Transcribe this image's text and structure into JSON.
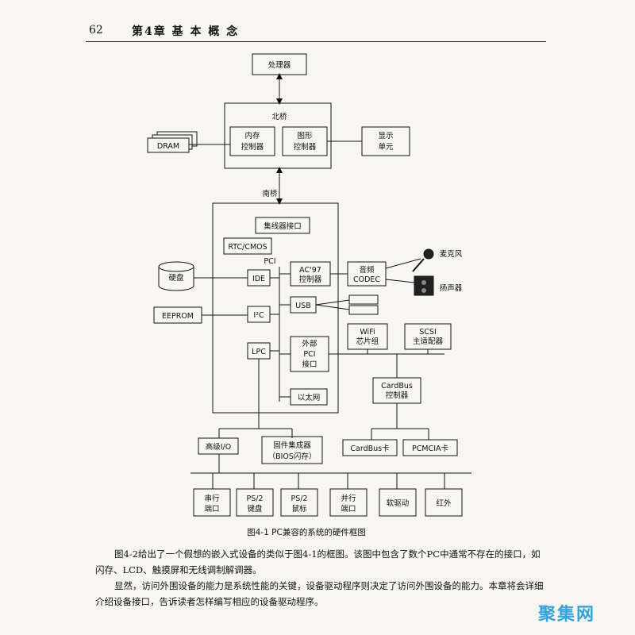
{
  "header": {
    "page_number": "62",
    "chapter": "第4章  基 本 概 念"
  },
  "diagram": {
    "caption": "图4-1  PC兼容的系统的硬件框图",
    "processor": "处理器",
    "north_bridge": "北桥",
    "mem_ctrl": [
      "内存",
      "控制器"
    ],
    "gfx_ctrl": [
      "图形",
      "控制器"
    ],
    "display": [
      "显示",
      "单元"
    ],
    "dram": "DRAM",
    "south_bridge": "南桥",
    "hub": "集线器接口",
    "rtc": "RTC/CMOS",
    "pci": "PCI",
    "ide": "IDE",
    "ac97": [
      "AC'97",
      "控制器"
    ],
    "codec": [
      "音频",
      "CODEC"
    ],
    "mic": "麦克风",
    "speaker": "扬声器",
    "disk": "硬盘",
    "eeprom": "EEPROM",
    "i2c": "I²C",
    "usb": "USB",
    "lpc": "LPC",
    "ext_pci": [
      "外部",
      "PCI",
      "接口"
    ],
    "ethernet": "以太网",
    "wifi": [
      "WiFi",
      "芯片组"
    ],
    "scsi": [
      "SCSI",
      "主适配器"
    ],
    "cardbus_ctrl": [
      "CardBus",
      "控制器"
    ],
    "super_io": "高级I/O",
    "firmware": [
      "固件集成器",
      "（BIOS闪存）"
    ],
    "cardbus_card": "CardBus卡",
    "pcmcia_card": "PCMCIA卡",
    "serial": [
      "串行",
      "端口"
    ],
    "ps2_kbd": [
      "PS/2",
      "键盘"
    ],
    "ps2_mouse": [
      "PS/2",
      "鼠标"
    ],
    "parallel": [
      "并行",
      "端口"
    ],
    "floppy": "软驱动",
    "infrared": "红外"
  },
  "body": {
    "para1": "图4-2给出了一个假想的嵌入式设备的类似于图4-1的框图。该图中包含了数个PC中通常不存在的接口，如闪存、LCD、触摸屏和无线调制解调器。",
    "para2": "显然，访问外围设备的能力是系统性能的关键，设备驱动程序则决定了访问外围设备的能力。本章将会详细介绍设备接口，告诉读者怎样编写相应的设备驱动程序。"
  },
  "watermark": "聚集网"
}
